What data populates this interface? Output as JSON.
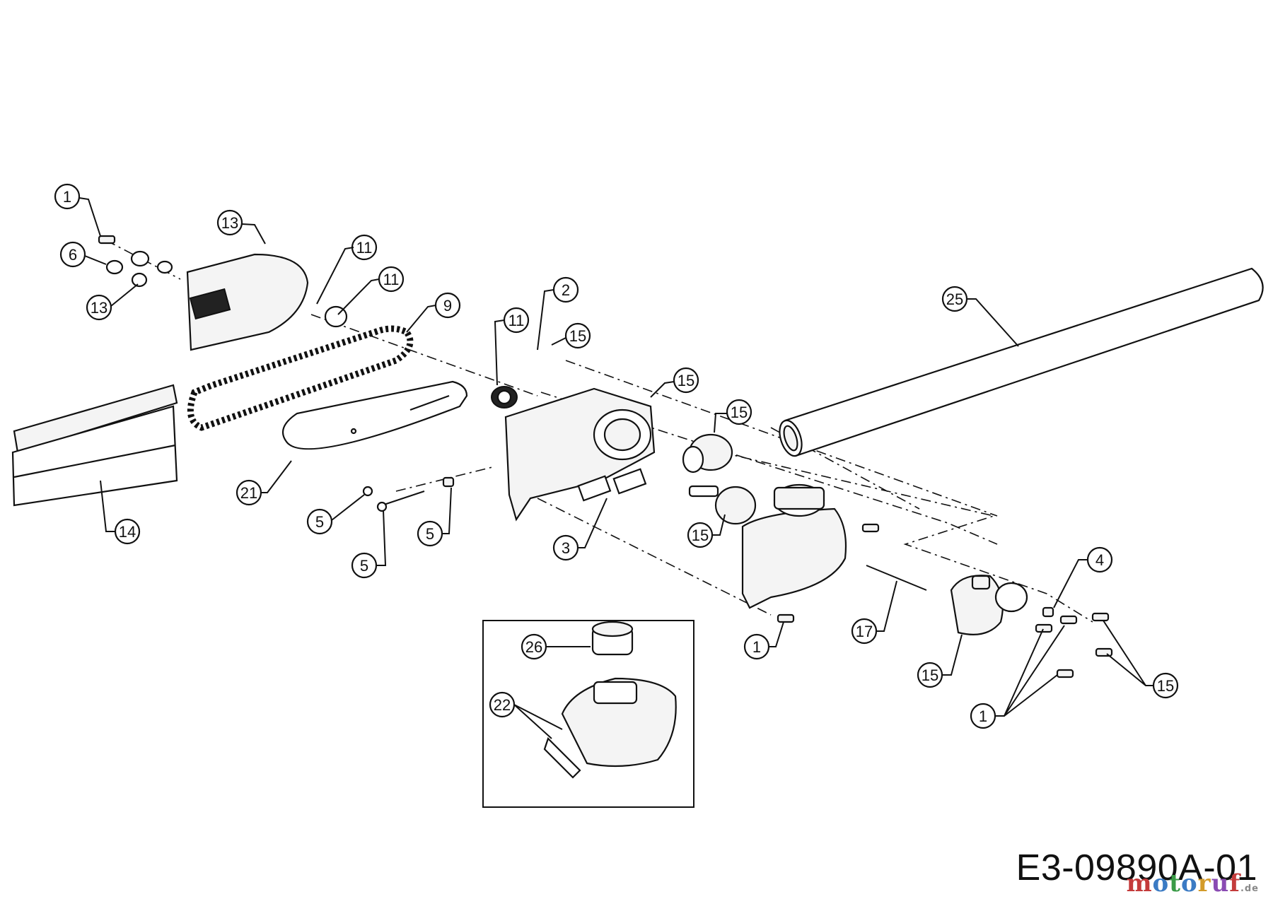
{
  "drawing_code": "E3-09890A-01",
  "watermark": {
    "m": "m",
    "o": "o",
    "t": "t",
    "o2": "o",
    "r": "r",
    "u": "u",
    "f": "f",
    "de": ".de"
  },
  "callouts": {
    "c1a": "1",
    "c6": "6",
    "c13a": "13",
    "c13b": "13",
    "c11a": "11",
    "c11b": "11",
    "c9": "9",
    "c11c": "11",
    "c2": "2",
    "c15a": "15",
    "c15b": "15",
    "c15c": "15",
    "c25": "25",
    "c14": "14",
    "c21": "21",
    "c5a": "5",
    "c5b": "5",
    "c5c": "5",
    "c3": "3",
    "c15d": "15",
    "c1b": "1",
    "c17": "17",
    "c15e": "15",
    "c4": "4",
    "c15f": "15",
    "c1c": "1",
    "c26": "26",
    "c22": "22"
  }
}
